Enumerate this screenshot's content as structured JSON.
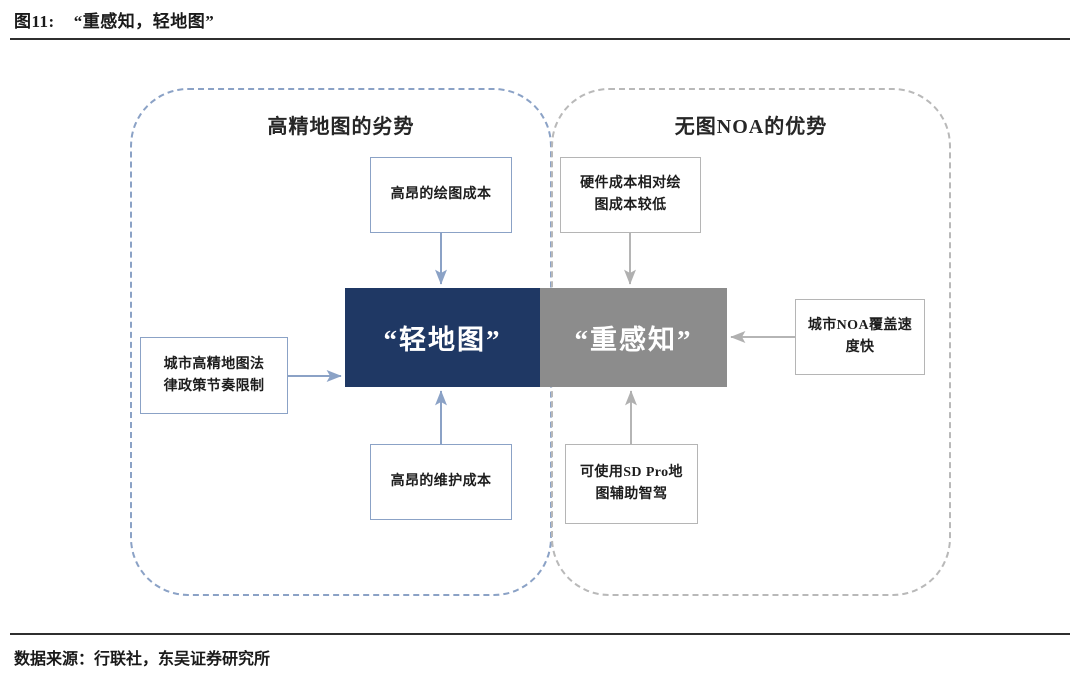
{
  "figure": {
    "number_label": "图11:",
    "title": "“重感知，轻地图”",
    "source": "数据来源：行联社，东吴证券研究所"
  },
  "colors": {
    "navy": "#1f3864",
    "gray": "#8c8c8c",
    "blue_dash": "#8ba2c6",
    "gray_dash": "#b9b9b9",
    "blue_arrow": "#8ba2c6",
    "gray_arrow": "#b5b5b5",
    "rule": "#2f2f2f"
  },
  "diagram": {
    "type": "concept-map",
    "core": {
      "left_label": "“轻地图”",
      "right_label": "“重感知”"
    },
    "groups": [
      {
        "id": "disadvantages",
        "title": "高精地图的劣势",
        "side": "left",
        "border_style": "dashed",
        "accent": "#8ba2c6",
        "nodes": [
          {
            "id": "cost-draw",
            "label": "高昂的绘图成本",
            "position": "top",
            "arrow": "down"
          },
          {
            "id": "law-policy",
            "label": "城市高精地图法\n律政策节奏限制",
            "position": "left",
            "arrow": "right"
          },
          {
            "id": "cost-maint",
            "label": "高昂的维护成本",
            "position": "bottom",
            "arrow": "up"
          }
        ]
      },
      {
        "id": "advantages",
        "title": "无图NOA的优势",
        "side": "right",
        "border_style": "dashed",
        "accent": "#b9b9b9",
        "nodes": [
          {
            "id": "hw-cost",
            "label": "硬件成本相对绘\n图成本较低",
            "position": "top",
            "arrow": "down"
          },
          {
            "id": "noa-cover",
            "label": "城市NOA覆盖速\n度快",
            "position": "right",
            "arrow": "left"
          },
          {
            "id": "sd-pro",
            "label": "可使用SD Pro地\n图辅助智驾",
            "position": "bottom",
            "arrow": "up"
          }
        ]
      }
    ]
  }
}
